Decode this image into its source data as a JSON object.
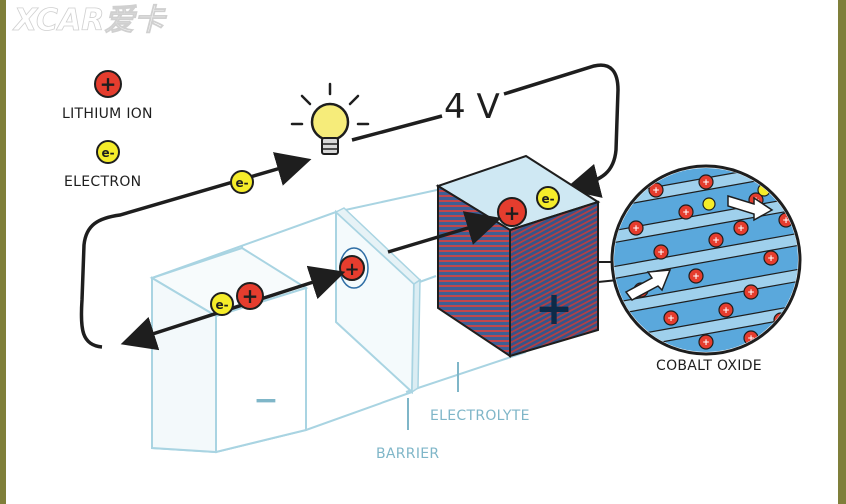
{
  "watermark": "XCAR爱卡",
  "voltage": "4 V",
  "legend": {
    "lithium_ion_label": "LITHIUM ION",
    "electron_label": "ELECTRON",
    "ion_symbol": "+",
    "electron_symbol": "e-"
  },
  "labels": {
    "barrier": "BARRIER",
    "electrolyte": "ELECTROLYTE",
    "cobalt_oxide": "COBALT OXIDE",
    "negative_sign": "−",
    "positive_sign": "+"
  },
  "colors": {
    "ion_red": "#e53d2e",
    "electron_yellow": "#f5ec2a",
    "cell_outline": "#a9d4e2",
    "cathode_blue": "#3e7fb8",
    "cathode_stripe": "#b8454a",
    "wire": "#1e1e1e",
    "frame": "#7f7f3a"
  },
  "icons": [
    "light-bulb-icon",
    "lithium-ion-icon",
    "electron-icon",
    "arrow-icon"
  ]
}
